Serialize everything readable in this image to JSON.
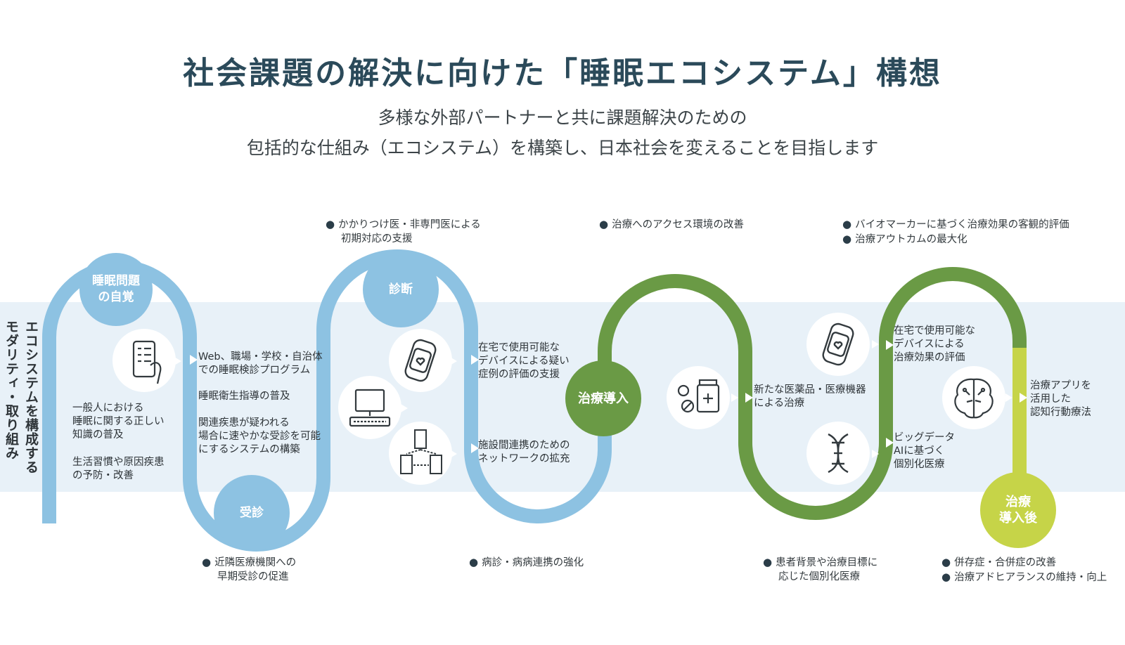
{
  "title": "社会課題の解決に向けた「睡眠エコシステム」構想",
  "subtitle_lines": [
    "多様な外部パートナーと共に課題解決のための",
    "包括的な仕組み（エコシステム）を構築し、日本社会を変えることを目指します"
  ],
  "colors": {
    "title": "#2b4a5a",
    "band": "#e8f1f8",
    "path_blue": "#8dc2e2",
    "path_green": "#6a9a45",
    "path_lime": "#c6d448",
    "node_blue": "#8dc2e2",
    "node_green": "#6a9a45",
    "node_lime": "#c6d448"
  },
  "side_label": [
    "エコシステムを構成する",
    "モダリティ・取り組み"
  ],
  "nodes": {
    "awareness": [
      "睡眠問題",
      "の自覚"
    ],
    "diagnosis": "診断",
    "consultation": "受診",
    "treatment_start": "治療導入",
    "after_treatment": [
      "治療",
      "導入後"
    ]
  },
  "top_notes": {
    "diagnosis": [
      "かかりつけ医・非専門医による",
      "初期対応の支援"
    ],
    "treatment_access": [
      "治療へのアクセス環境の改善"
    ],
    "biomarker": [
      "バイオマーカーに基づく治療効果の客観的評価",
      "治療アウトカムの最大化"
    ]
  },
  "bottom_notes": {
    "consultation": [
      "近隣医療機関への",
      "早期受診の促進"
    ],
    "hospital": [
      "病診・病病連携の強化"
    ],
    "personalized": [
      "患者背景や治療目標に",
      "応じた個別化医療"
    ],
    "comorbidity": [
      "併存症・合併症の改善",
      "治療アドヒアランスの維持・向上"
    ]
  },
  "texts": {
    "awareness_1": [
      "一般人における",
      "睡眠に関する正しい",
      "知識の普及"
    ],
    "awareness_2": [
      "生活習慣や原因疾患",
      "の予防・改善"
    ],
    "program": [
      "Web、職場・学校・自治体",
      "での睡眠検診プログラム"
    ],
    "hygiene": [
      "睡眠衛生指導の普及"
    ],
    "system": [
      "関連疾患が疑われる",
      "場合に速やかな受診を可能",
      "にするシステムの構築"
    ],
    "home_device": [
      "在宅で使用可能な",
      "デバイスによる疑い",
      "症例の評価の支援"
    ],
    "network": [
      "施設間連携のための",
      "ネットワークの拡充"
    ],
    "new_drugs": [
      "新たな医薬品・医療機器",
      "による治療"
    ],
    "home_eval": [
      "在宅で使用可能な",
      "デバイスによる",
      "治療効果の評価"
    ],
    "bigdata": [
      "ビッグデータ",
      "AIに基づく",
      "個別化医療"
    ],
    "app": [
      "治療アプリを",
      "活用した",
      "認知行動療法"
    ]
  },
  "icons": [
    "smartphone-checklist-icon",
    "smartwatch-icon",
    "computer-icon",
    "buildings-network-icon",
    "medicine-icon",
    "dna-icon",
    "brain-circuit-icon"
  ]
}
